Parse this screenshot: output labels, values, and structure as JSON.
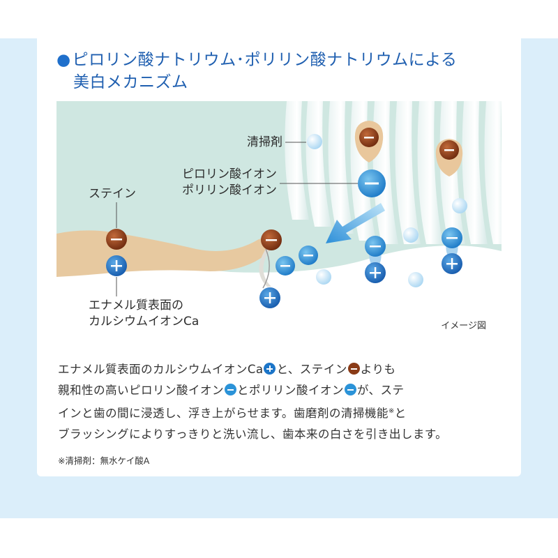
{
  "heading": {
    "bullet": "●",
    "line1": "ピロリン酸ナトリウム･ポリリン酸ナトリウムによる",
    "line2": "美白メカニズム"
  },
  "diagram": {
    "label_cleaner": "清掃剤",
    "label_pyro_line1": "ピロリン酸イオン",
    "label_pyro_line2": "ポリリン酸イオン",
    "label_stain": "ステイン",
    "label_enamel_line1": "エナメル質表面の",
    "label_enamel_line2": "カルシウムイオンCa",
    "caption": "イメージ図"
  },
  "body": {
    "l1a": "エナメル質表面のカルシウムイオンCa",
    "l1b": "と、ステイン",
    "l1c": "よりも",
    "l2a": "親和性の高いピロリン酸イオン",
    "l2b": "とポリリン酸イオン",
    "l2c": "が、ステ",
    "l3a": "インと歯の間に浸透し、浮き上がらせます。歯磨剤の清掃機能",
    "l3mark": "※",
    "l3b": "と",
    "l4": "ブラッシングによりすっきりと洗い流し、歯本来の白さを引き出します。"
  },
  "note": "※清掃剤：無水ケイ酸A",
  "colors": {
    "heading": "#1f5fb0",
    "bg_band": "#dbeefa",
    "figure_bg": "#cfe7e1",
    "stain": "#8a3b17",
    "plus_ion": "#1c75c8",
    "minus_ion": "#2b93d8",
    "tooth": "#e7c9a0"
  }
}
